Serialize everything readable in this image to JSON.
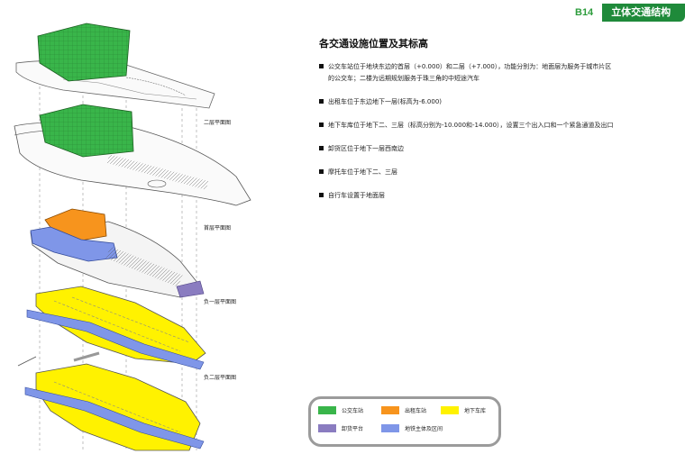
{
  "header": {
    "code": "B14",
    "title": "立体交通结构图"
  },
  "panel": {
    "title": "各交通设施位置及其标高",
    "items": [
      "公交车站位于地块东边的首层（+0.000）和二层（+7.000），功能分别为：地面层为服务于城市片区的公交车；二楼为远期规划服务于珠三角的中短途汽车",
      "出租车位于东边地下一层(标高为-6.000)",
      "地下车库位于地下二、三层（标高分别为-10.000和-14.000），设置三个出入口和一个紧急通道及出口",
      "卸货区位于地下一层西南边",
      "摩托车位于地下二、三层",
      "自行车设置于地面层"
    ]
  },
  "levels": {
    "second": "二层平面图",
    "ground": "首层平面图",
    "b1": "负一层平面图",
    "b2": "负二层平面图"
  },
  "legend": {
    "bus": "公交车站",
    "taxi": "出租车站",
    "parking": "地下车库",
    "unloading": "卸货平台",
    "metro": "地铁主体及区间"
  },
  "colors": {
    "accent": "#1f8a3a",
    "bus": "#39b54a",
    "taxi": "#f7941d",
    "parking": "#fff200",
    "unloading": "#8a7cc0",
    "metro": "#7f96e8",
    "legend_border": "#9b9b9b"
  }
}
